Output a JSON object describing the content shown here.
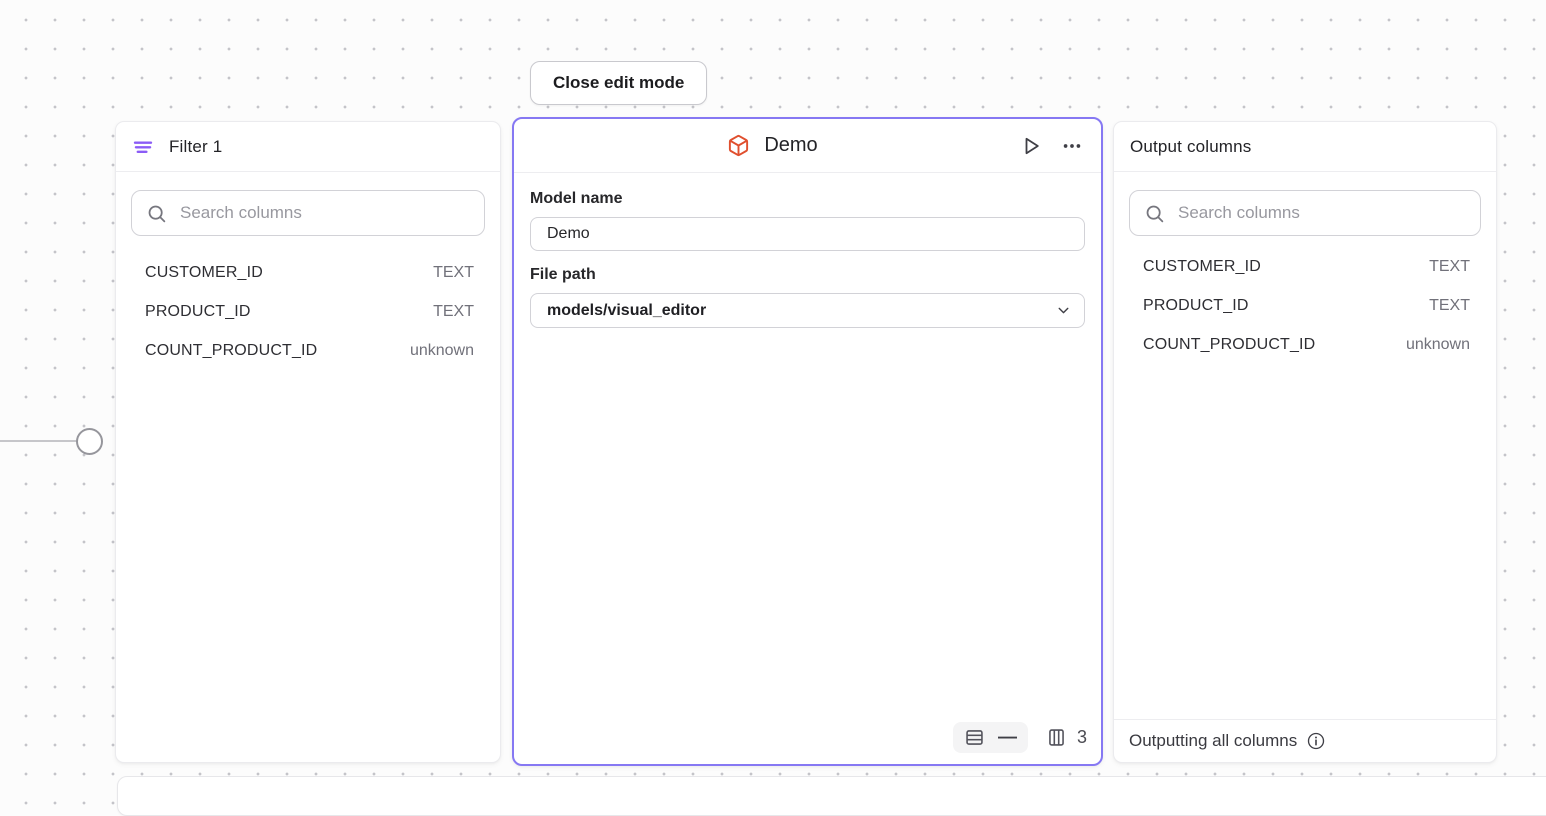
{
  "toolbar": {
    "close_edit_label": "Close edit mode"
  },
  "filter_panel": {
    "title": "Filter 1",
    "search_placeholder": "Search columns",
    "columns": [
      {
        "name": "CUSTOMER_ID",
        "type": "TEXT"
      },
      {
        "name": "PRODUCT_ID",
        "type": "TEXT"
      },
      {
        "name": "COUNT_PRODUCT_ID",
        "type": "unknown"
      }
    ]
  },
  "model_panel": {
    "title": "Demo",
    "model_name_label": "Model name",
    "model_name_value": "Demo",
    "file_path_label": "File path",
    "file_path_value": "models/visual_editor",
    "row_count": "—",
    "column_count": "3"
  },
  "output_panel": {
    "title": "Output columns",
    "search_placeholder": "Search columns",
    "columns": [
      {
        "name": "CUSTOMER_ID",
        "type": "TEXT"
      },
      {
        "name": "PRODUCT_ID",
        "type": "TEXT"
      },
      {
        "name": "COUNT_PRODUCT_ID",
        "type": "unknown"
      }
    ],
    "footer_text": "Outputting all columns"
  },
  "colors": {
    "selected_node_border": "#8678F3",
    "filter_icon": "#8B5CF6",
    "model_icon": "#E04F2E"
  }
}
